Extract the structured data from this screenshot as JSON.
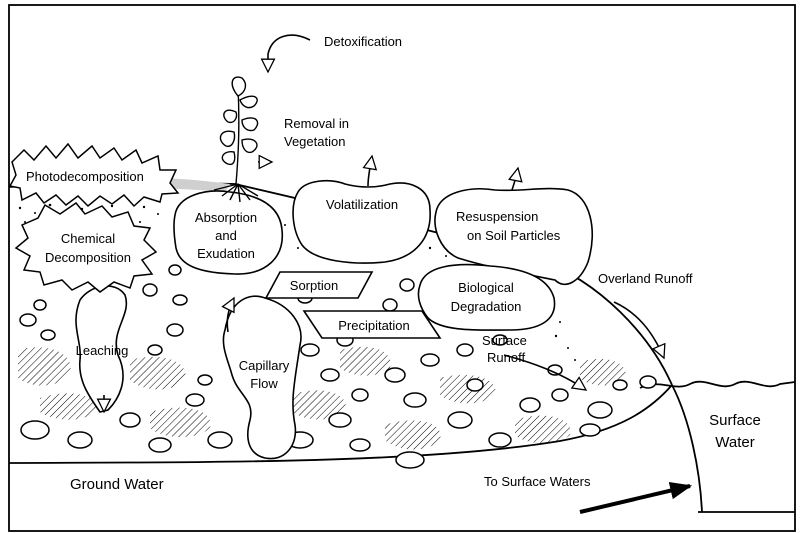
{
  "labels": {
    "detox": "Detoxification",
    "removal_1": "Removal in",
    "removal_2": "Vegetation",
    "photo": "Photodecomposition",
    "chem_1": "Chemical",
    "chem_2": "Decomposition",
    "absorb_1": "Absorption",
    "absorb_2": "and",
    "absorb_3": "Exudation",
    "volat": "Volatilization",
    "resus_1": "Resuspension",
    "resus_2": "on Soil Particles",
    "overland": "Overland Runoff",
    "sorption": "Sorption",
    "bio_1": "Biological",
    "bio_2": "Degradation",
    "precip": "Precipitation",
    "leach": "Leaching",
    "cap_1": "Capillary",
    "cap_2": "Flow",
    "surf_run_1": "Surface",
    "surf_run_2": "Runoff",
    "surf_water_1": "Surface",
    "surf_water_2": "Water",
    "ground": "Ground Water",
    "to_surface": "To Surface Waters"
  }
}
